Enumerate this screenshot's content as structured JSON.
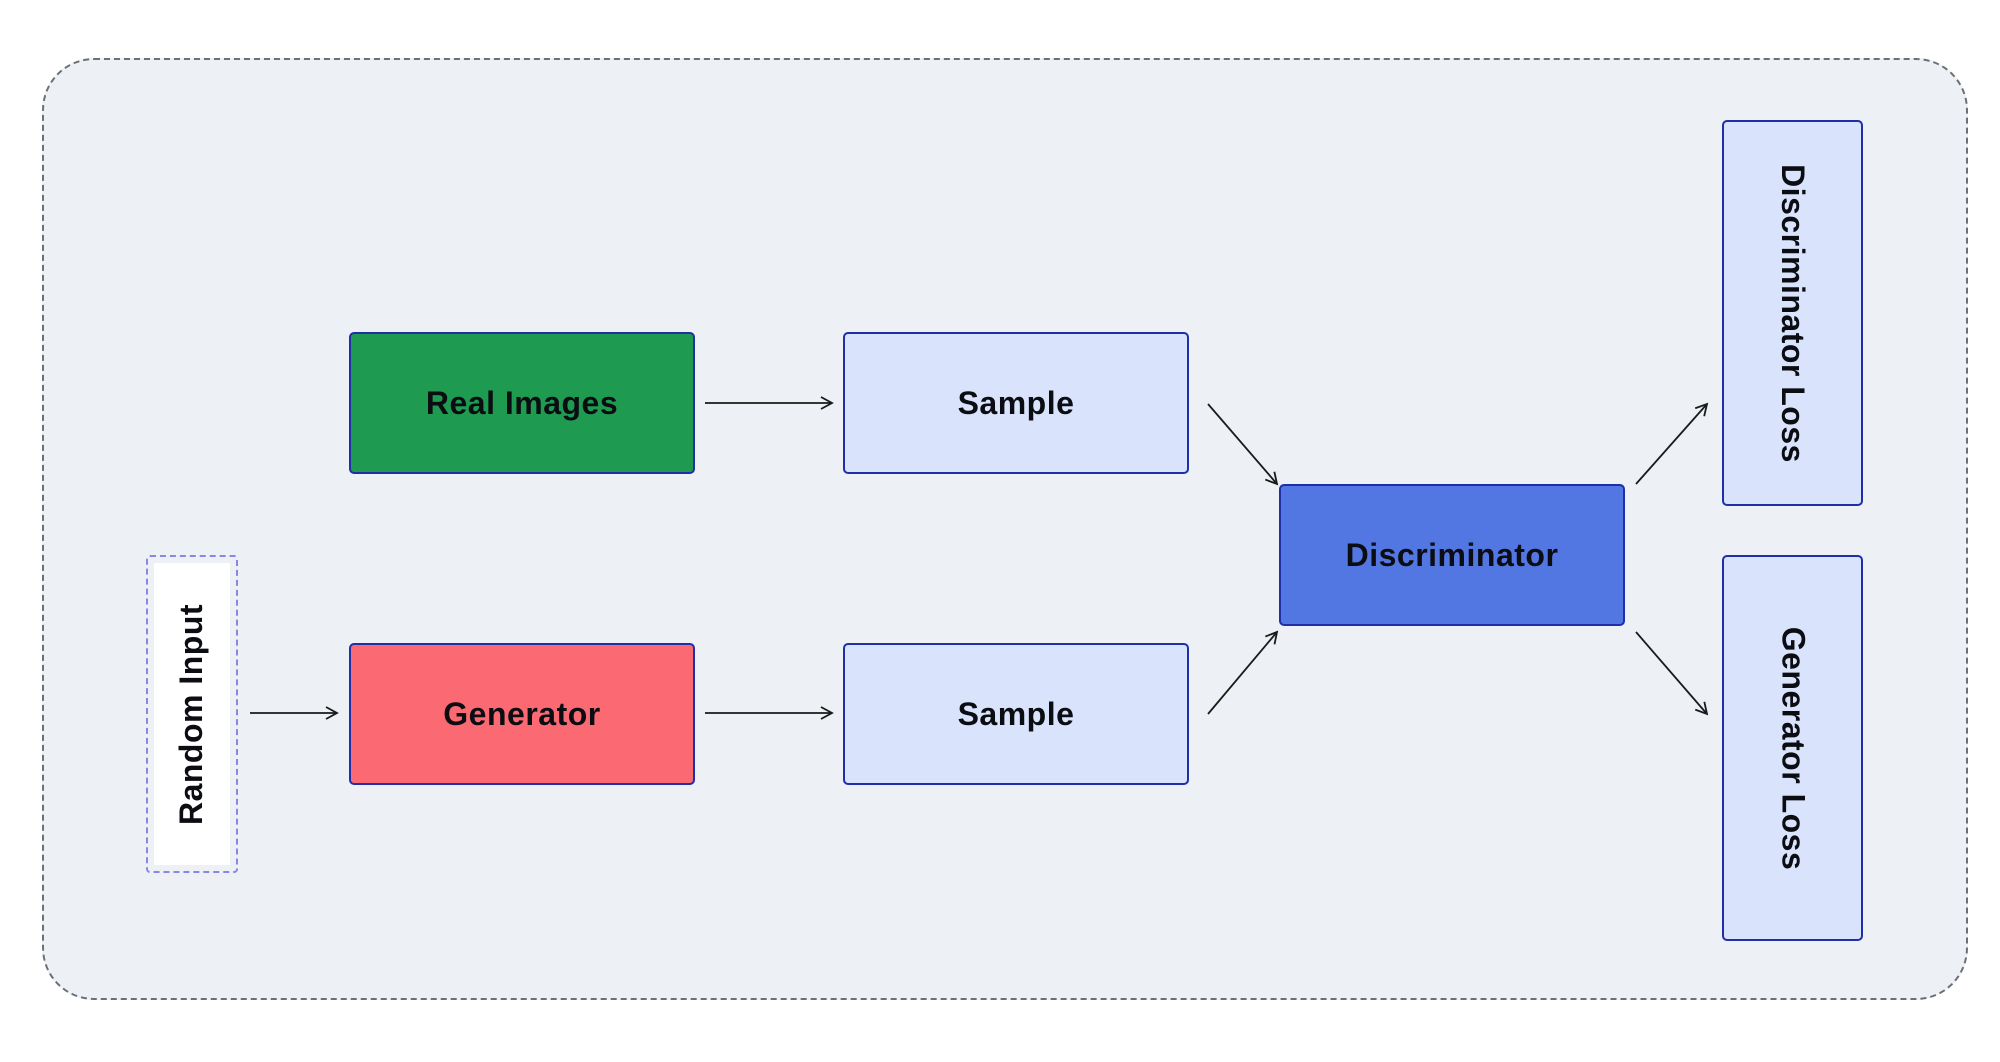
{
  "diagram": {
    "nodes": {
      "random_input": "Random Input",
      "real_images": "Real Images",
      "generator": "Generator",
      "sample_real": "Sample",
      "sample_fake": "Sample",
      "discriminator": "Discriminator",
      "discriminator_loss": "Discriminator Loss",
      "generator_loss": "Generator Loss"
    },
    "edges": [
      {
        "from": "random_input",
        "to": "generator"
      },
      {
        "from": "real_images",
        "to": "sample_real"
      },
      {
        "from": "generator",
        "to": "sample_fake"
      },
      {
        "from": "sample_real",
        "to": "discriminator"
      },
      {
        "from": "sample_fake",
        "to": "discriminator"
      },
      {
        "from": "discriminator",
        "to": "discriminator_loss"
      },
      {
        "from": "discriminator",
        "to": "generator_loss"
      }
    ],
    "colors": {
      "real_images": "#1f9a51",
      "generator": "#fb6a73",
      "sample": "#d9e3fb",
      "discriminator": "#5277e2",
      "loss": "#d9e3fb",
      "border": "#1f2fa8",
      "background": "#edf0f4"
    }
  }
}
